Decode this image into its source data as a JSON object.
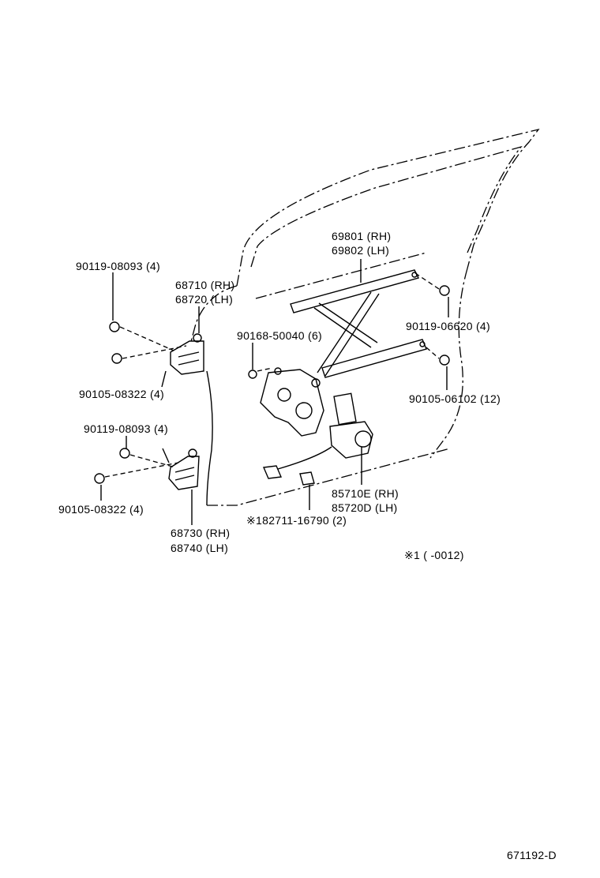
{
  "labels": {
    "bolt_upper_hinge_top": "90119-08093 (4)",
    "hinge_upper_rh": "68710 (RH)",
    "hinge_upper_lh": "68720 (LH)",
    "bolt_upper_hinge_bottom": "90105-08322 (4)",
    "bolt_lower_hinge_top": "90119-08093 (4)",
    "bolt_lower_hinge_bottom": "90105-08322 (4)",
    "hinge_lower_rh": "68730 (RH)",
    "hinge_lower_lh": "68740 (LH)",
    "regulator_rh": "69801 (RH)",
    "regulator_lh": "69802 (LH)",
    "bolt_regulator_top": "90119-06620 (4)",
    "bolt_regulator_bottom": "90105-06102 (12)",
    "screw_regulator": "90168-50040 (6)",
    "motor_rh": "85710E (RH)",
    "motor_lh": "85720D (LH)",
    "clip": "※182711-16790 (2)",
    "footnote": "※1 (        -0012)",
    "diagram_id": "671192-D"
  }
}
